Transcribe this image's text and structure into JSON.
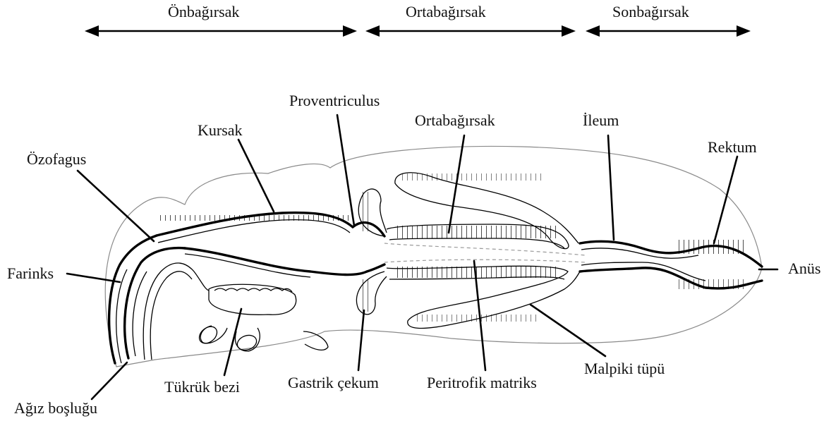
{
  "regions": {
    "foregut": "Önbağırsak",
    "midgut": "Ortabağırsak",
    "hindgut": "Sonbağırsak"
  },
  "labels": {
    "esophagus": "Özofagus",
    "crop": "Kursak",
    "proventriculus": "Proventriculus",
    "midgut": "Ortabağırsak",
    "ileum": "İleum",
    "rectum": "Rektum",
    "pharynx": "Farinks",
    "anus": "Anüs",
    "mouth_cavity": "Ağız boşluğu",
    "salivary_gland": "Tükrük bezi",
    "gastric_caecum": "Gastrik çekum",
    "peritrophic_matrix": "Peritrofik matriks",
    "malpighian_tubule": "Malpiki tüpü"
  },
  "colors": {
    "line": "#000000",
    "body_outline": "#8a8a8a",
    "text": "#111111"
  }
}
